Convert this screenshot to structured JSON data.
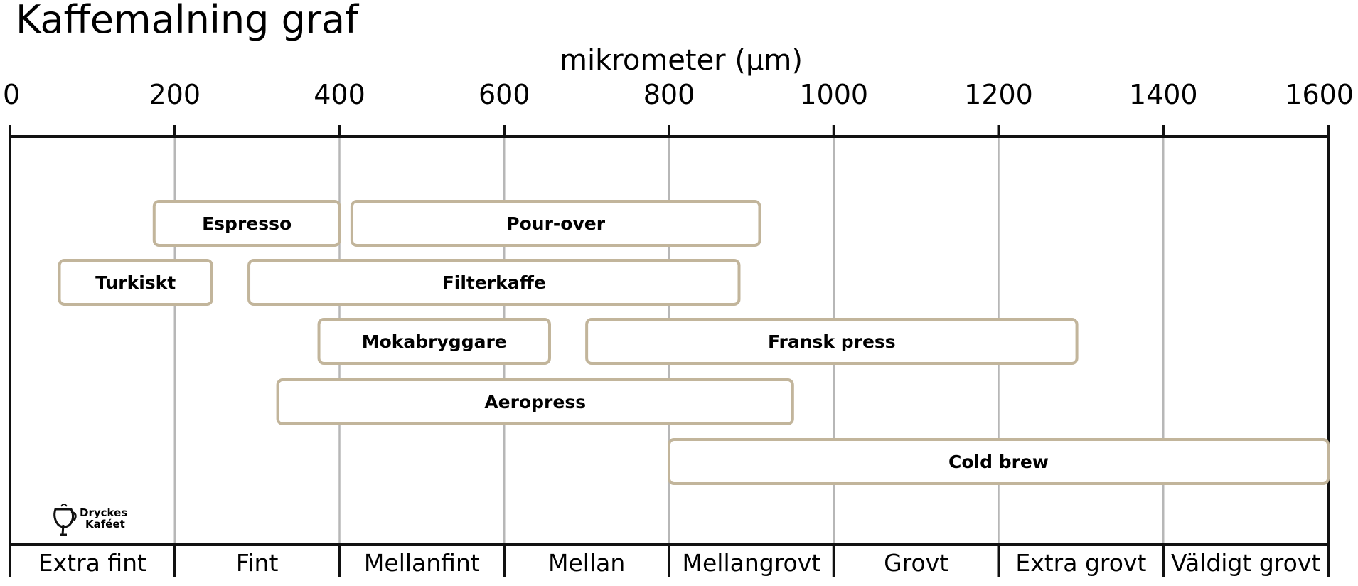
{
  "chart_data": {
    "type": "range-bar",
    "title": "Kaffemalning graf",
    "xlabel": "mikrometer (µm)",
    "xlim": [
      0,
      1600
    ],
    "xticks": [
      0,
      200,
      400,
      600,
      800,
      1000,
      1200,
      1400,
      1600
    ],
    "tick_labels": [
      "0",
      "200",
      "400",
      "600",
      "800",
      "1000",
      "1200",
      "1400",
      "1600"
    ],
    "grid": true,
    "grind_levels": [
      {
        "label": "Extra fint",
        "start": 0,
        "end": 200
      },
      {
        "label": "Fint",
        "start": 200,
        "end": 400
      },
      {
        "label": "Mellanfint",
        "start": 400,
        "end": 600
      },
      {
        "label": "Mellan",
        "start": 600,
        "end": 800
      },
      {
        "label": "Mellangrovt",
        "start": 800,
        "end": 1000
      },
      {
        "label": "Grovt",
        "start": 1000,
        "end": 1200
      },
      {
        "label": "Extra grovt",
        "start": 1200,
        "end": 1400
      },
      {
        "label": "Väldigt grovt",
        "start": 1400,
        "end": 1600
      }
    ],
    "methods": [
      {
        "name": "Espresso",
        "start": 175,
        "end": 400,
        "row": 1
      },
      {
        "name": "Pour-over",
        "start": 415,
        "end": 910,
        "row": 1
      },
      {
        "name": "Turkiskt",
        "start": 60,
        "end": 245,
        "row": 2
      },
      {
        "name": "Filterkaffe",
        "start": 290,
        "end": 885,
        "row": 2
      },
      {
        "name": "Mokabryggare",
        "start": 375,
        "end": 655,
        "row": 3
      },
      {
        "name": "Fransk press",
        "start": 700,
        "end": 1295,
        "row": 3
      },
      {
        "name": "Aeropress",
        "start": 325,
        "end": 950,
        "row": 4
      },
      {
        "name": "Cold brew",
        "start": 800,
        "end": 1600,
        "row": 5
      }
    ],
    "colors": {
      "bar_border": "#c2b59b",
      "grid": "#b7b7b7",
      "axis": "#111111"
    }
  },
  "logo": {
    "line1": "Dryckes",
    "line2": "Kaféet"
  }
}
